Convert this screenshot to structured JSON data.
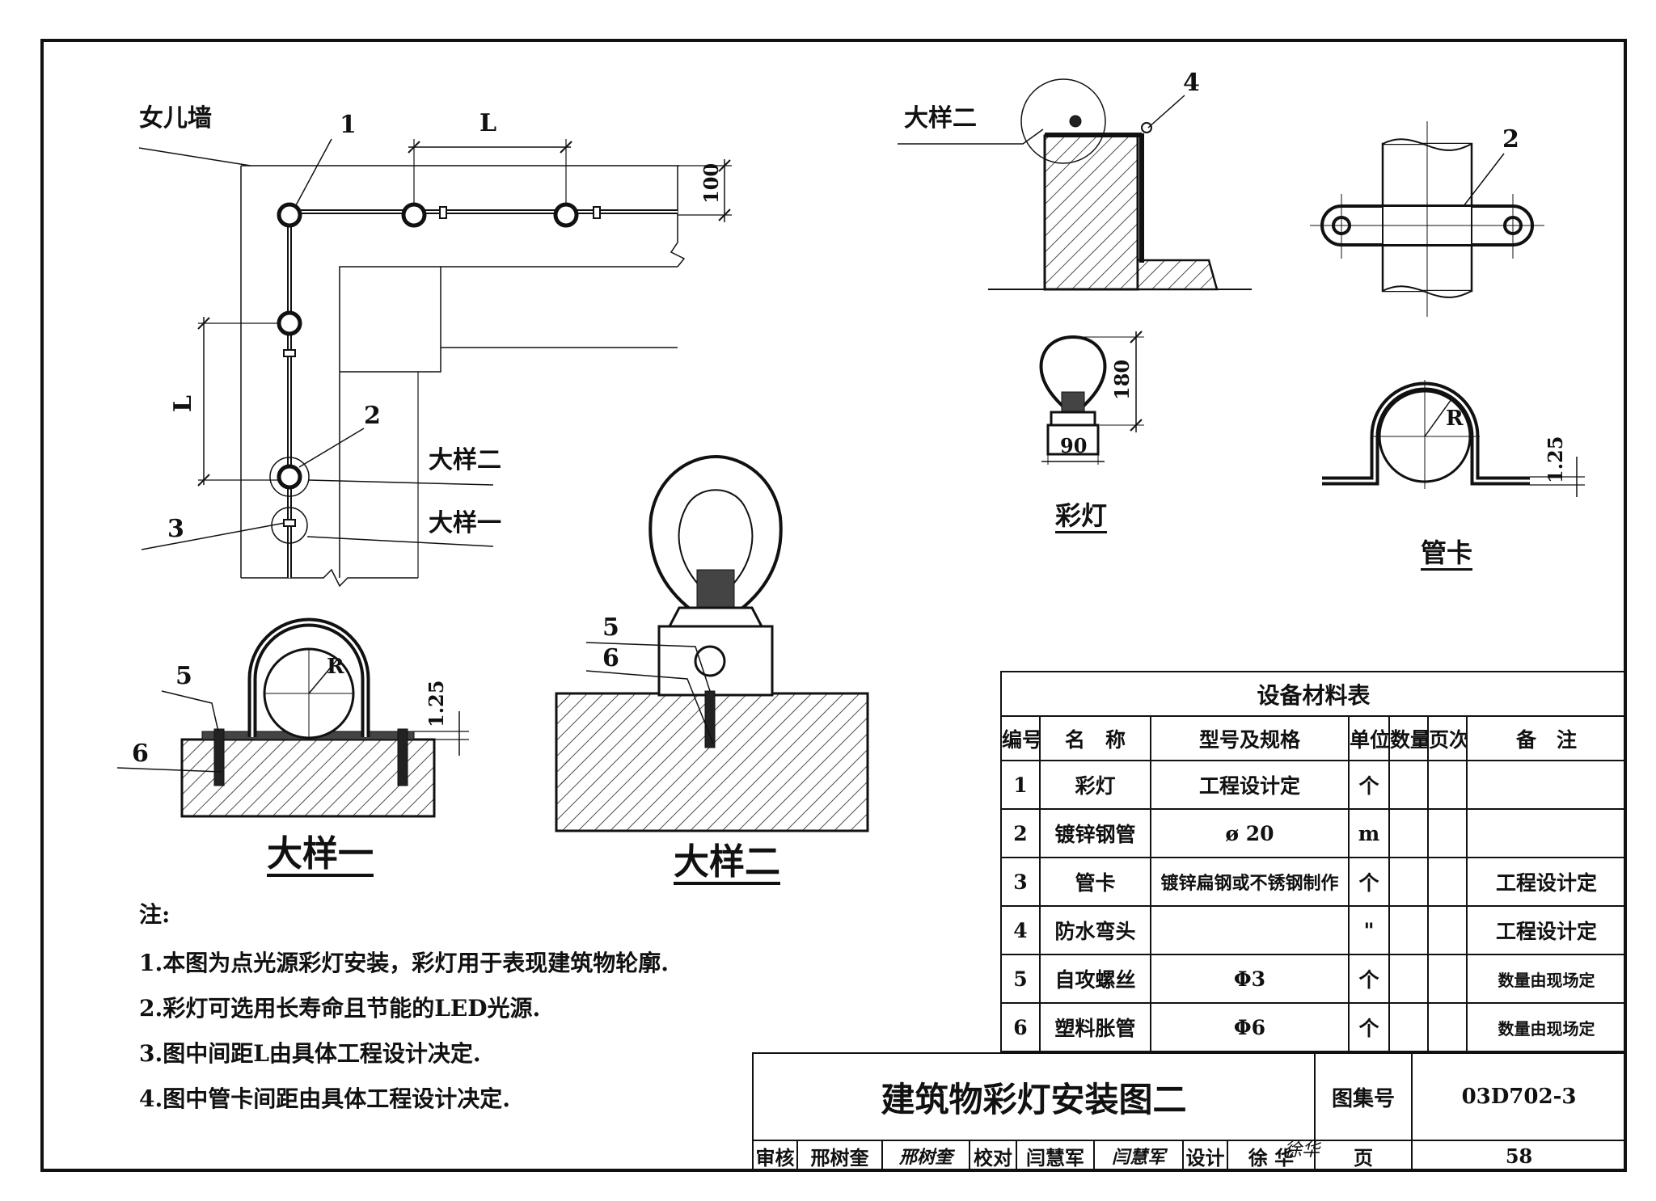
{
  "plan": {
    "parapet_label": "女儿墙",
    "spacing_L_top": "L",
    "spacing_L_side": "L",
    "dim_100": "100",
    "marker_1": "1",
    "marker_2": "2",
    "marker_3": "3",
    "detail_two_ref": "大样二",
    "detail_one_ref": "大样一"
  },
  "detail_one": {
    "title": "大样一",
    "marker_5": "5",
    "marker_6": "6",
    "radius": "R",
    "thickness": "1.25"
  },
  "detail_two": {
    "title": "大样二",
    "marker_5": "5",
    "marker_6": "6"
  },
  "section": {
    "detail_two_ref": "大样二",
    "marker_4": "4"
  },
  "lamp": {
    "title": "彩灯",
    "height": "180",
    "width": "90"
  },
  "clamp": {
    "title": "管卡",
    "marker_2": "2",
    "radius": "R",
    "thickness": "1.25"
  },
  "notes": {
    "heading": "注:",
    "items": [
      "1.本图为点光源彩灯安装，彩灯用于表现建筑物轮廓.",
      "2.彩灯可选用长寿命且节能的LED光源.",
      "3.图中间距L由具体工程设计决定.",
      "4.图中管卡间距由具体工程设计决定."
    ]
  },
  "materials": {
    "title": "设备材料表",
    "headers": [
      "编号",
      "名　称",
      "型号及规格",
      "单位",
      "数量",
      "页次",
      "备　注"
    ],
    "rows": [
      [
        "1",
        "彩灯",
        "工程设计定",
        "个",
        "",
        "",
        ""
      ],
      [
        "2",
        "镀锌钢管",
        "ø 20",
        "m",
        "",
        "",
        ""
      ],
      [
        "3",
        "管卡",
        "镀锌扁钢或不锈钢制作",
        "个",
        "",
        "",
        "工程设计定"
      ],
      [
        "4",
        "防水弯头",
        "",
        "\"",
        "",
        "",
        "工程设计定"
      ],
      [
        "5",
        "自攻螺丝",
        "Φ3",
        "个",
        "",
        "",
        "数量由现场定"
      ],
      [
        "6",
        "塑料胀管",
        "Φ6",
        "个",
        "",
        "",
        "数量由现场定"
      ]
    ]
  },
  "title_block": {
    "drawing_title": "建筑物彩灯安装图二",
    "atlas_label": "图集号",
    "atlas_no": "03D702-3",
    "review_label": "审核",
    "reviewer": "邢树奎",
    "reviewer_sig": "邢树奎",
    "check_label": "校对",
    "checker": "闫慧军",
    "checker_sig": "闫慧军",
    "design_label": "设计",
    "designer": "徐 华",
    "designer_sig": "徐华",
    "page_label": "页",
    "page_no": "58"
  }
}
